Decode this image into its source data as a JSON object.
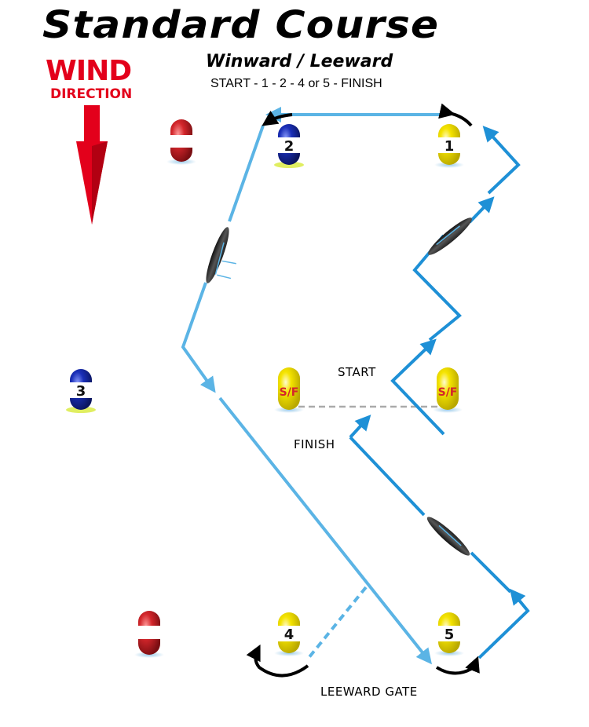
{
  "header": {
    "title": "Standard Course",
    "subtitle": "Winward / Leeward",
    "sequence": "START - 1 - 2 - 4 or 5 - FINISH"
  },
  "wind": {
    "word1": "WIND",
    "word2": "DIRECTION",
    "color": "#e3001b"
  },
  "labels": {
    "start": "START",
    "finish": "FINISH",
    "leeward_gate": "LEEWARD GATE"
  },
  "marks": {
    "m1": "1",
    "m2": "2",
    "m3": "3",
    "m4": "4",
    "m5": "5",
    "sf_left": "S/F",
    "sf_right": "S/F"
  },
  "colors": {
    "yellow_buoy": "#f5e400",
    "blue_buoy": "#1a2fb8",
    "red_buoy": "#d3262b",
    "course_light": "#5bb4e5",
    "course_dark": "#1e90d6",
    "rounding_arrow": "#000000",
    "start_line": "#aaaaaa"
  }
}
